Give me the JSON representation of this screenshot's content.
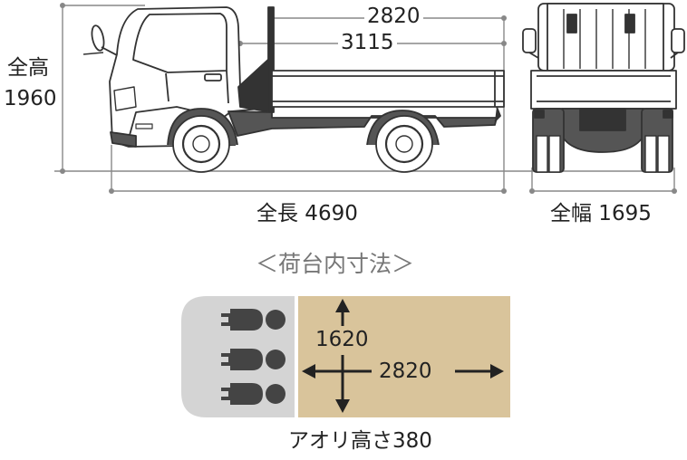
{
  "dimensions": {
    "overall_height": {
      "label": "全高",
      "value": "1960"
    },
    "wheelbase": "2820",
    "cargo_length_outer": "3115",
    "overall_length": "全長 4690",
    "overall_width": "全幅 1695"
  },
  "cargo_bed": {
    "title": "＜荷台内寸法＞",
    "width": "1620",
    "length": "2820",
    "side_height": "アオリ高さ380"
  },
  "colors": {
    "line": "#333333",
    "dim_line": "#888888",
    "cab_area": "#d4d4d4",
    "bed_area": "#d9c49b",
    "seat_icon": "#444444"
  }
}
